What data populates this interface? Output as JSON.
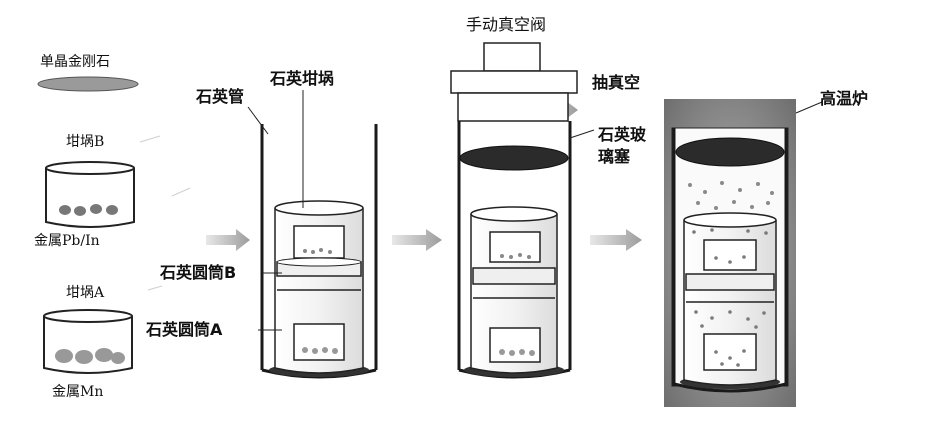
{
  "labels": {
    "diamond": "单晶金刚石",
    "crucible_b": "坩埚B",
    "metal_pb_in": "金属Pb/In",
    "crucible_a": "坩埚A",
    "metal_mn": "金属Mn",
    "quartz_tube": "石英管",
    "quartz_crucible": "石英坩埚",
    "quartz_cylinder_b": "石英圆筒B",
    "quartz_cylinder_a": "石英圆筒A",
    "manual_valve": "手动真空阀",
    "vacuum": "抽真空",
    "quartz_stopper_line1": "石英玻",
    "quartz_stopper_line2": "璃塞",
    "furnace": "高温炉"
  },
  "colors": {
    "line": "#1a1a1a",
    "dark_fill": "#2b2b2b",
    "furnace_bg": "#8a8a8a",
    "arrow": "#b5b5b5",
    "diamond": "#9a9a9a"
  }
}
